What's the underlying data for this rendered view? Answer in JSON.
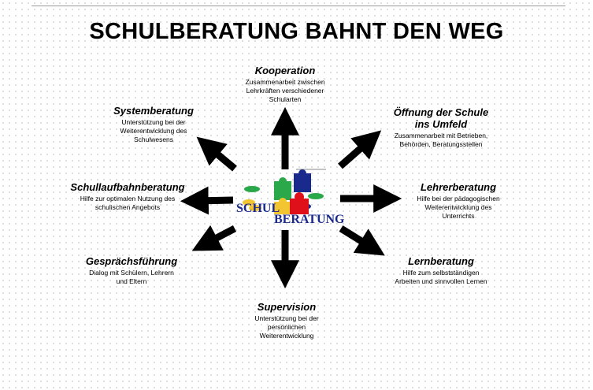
{
  "title": "SCHULBERATUNG BAHNT DEN WEG",
  "logo": {
    "line1": "SCHUL",
    "line2": "BERATUNG"
  },
  "nodes": {
    "kooperation": {
      "title": "Kooperation",
      "lines": [
        "Zusammenarbeit zwischen",
        "Lehrkräften verschiedener",
        "Schularten"
      ]
    },
    "system": {
      "title": "Systemberatung",
      "lines": [
        "Unterstützung bei der",
        "Weiterentwicklung des",
        "Schulwesens"
      ]
    },
    "oeffnung": {
      "title": "Öffnung der Schule",
      "title2": "ins Umfeld",
      "lines": [
        "Zusammenarbeit mit Betrieben,",
        "Behörden, Beratungsstellen"
      ]
    },
    "schullaufbahn": {
      "title": "Schullaufbahnberatung",
      "lines": [
        "Hilfe zur optimalen Nutzung des",
        "schulischen Angebots"
      ]
    },
    "lehrer": {
      "title": "Lehrerberatung",
      "lines": [
        "Hilfe bei der pädagogischen",
        "Weiterentwicklung des",
        "Unterrichts"
      ]
    },
    "gespraech": {
      "title": "Gesprächsführung",
      "lines": [
        "Dialog mit Schülern, Lehrern",
        "und Eltern"
      ]
    },
    "lern": {
      "title": "Lernberatung",
      "lines": [
        "Hilfe zum selbstständigen",
        "Arbeiten und sinnvollen Lernen"
      ]
    },
    "supervision": {
      "title": "Supervision",
      "lines": [
        "Unterstützung bei der",
        "persönlichen",
        "Weiterentwicklung"
      ]
    }
  }
}
